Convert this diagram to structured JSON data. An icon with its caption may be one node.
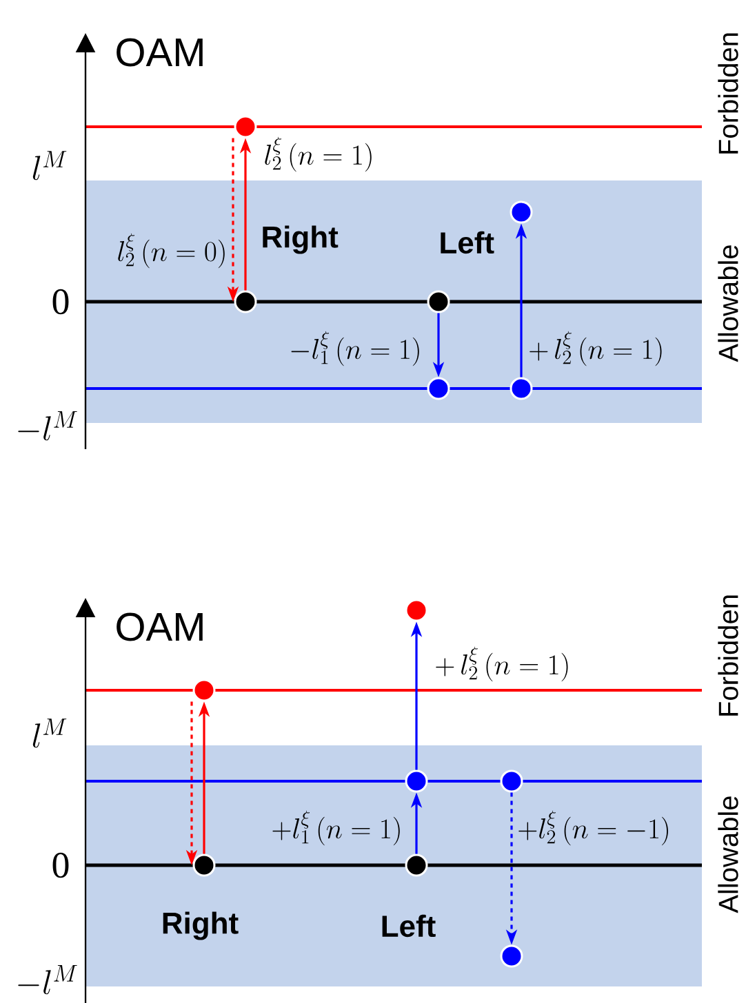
{
  "diagram": {
    "nodes": [
      {
        "text": [],
        "shape": "circle"
      },
      {
        "text": [],
        "shape": "circle"
      },
      {
        "text": [],
        "shape": "circle"
      },
      {
        "text": [],
        "shape": "circle"
      },
      {
        "text": [],
        "shape": "circle"
      },
      {
        "text": [],
        "shape": "circle"
      },
      {
        "text": [],
        "shape": "circle"
      },
      {
        "text": [],
        "shape": "circle"
      },
      {
        "text": [],
        "shape": "circle"
      },
      {
        "text": [],
        "shape": "circle"
      },
      {
        "text": [],
        "shape": "circle"
      },
      {
        "text": [],
        "shape": "circle"
      },
      {
        "text": [],
        "shape": "circle"
      }
    ],
    "edges": [
      {
        "from": 2,
        "to": 0,
        "arrow": "to",
        "color": "#ff0000",
        "label": "l_2^{\\xi}\\,(n=1)"
      },
      {
        "from": 0,
        "to": 2,
        "arrow": "to",
        "color": "#ff0000",
        "style": "dashed",
        "label": "l_2^{\\xi}\\,(n=0)"
      },
      {
        "from": 3,
        "to": 4,
        "arrow": "to",
        "color": "#0000ff",
        "label": "-l_1^{\\xi}\\,(n=1)"
      },
      {
        "from": 5,
        "to": 1,
        "arrow": "to",
        "color": "#0000ff",
        "label": "+\\,l_2^{\\xi}\\,(n=1)"
      },
      {
        "from": 10,
        "to": 7,
        "arrow": "to",
        "color": "#ff0000"
      },
      {
        "from": 7,
        "to": 10,
        "arrow": "to",
        "color": "#ff0000",
        "style": "dashed"
      },
      {
        "from": 11,
        "to": 8,
        "arrow": "to",
        "color": "#0000ff",
        "label": "+l_1^{\\xi}\\,(n=1)"
      },
      {
        "from": 8,
        "to": 6,
        "arrow": "to",
        "color": "#0000ff",
        "label": "+\\,l_2^{\\xi}\\,(n=1)"
      },
      {
        "from": 9,
        "to": 12,
        "arrow": "to",
        "color": "#0000ff",
        "style": "dashed",
        "label": "+l_2^{\\xi}\\,(n=-1)"
      }
    ],
    "labels": [
      "OAM",
      "l^{M}",
      "0",
      "-l^{M}",
      "Forbidden",
      "Right",
      "Left",
      "Allowable",
      "OAM",
      "l^{M}",
      "0",
      "-l^{M}",
      "Forbidden",
      "Allowable",
      "Right",
      "Left"
    ]
  }
}
